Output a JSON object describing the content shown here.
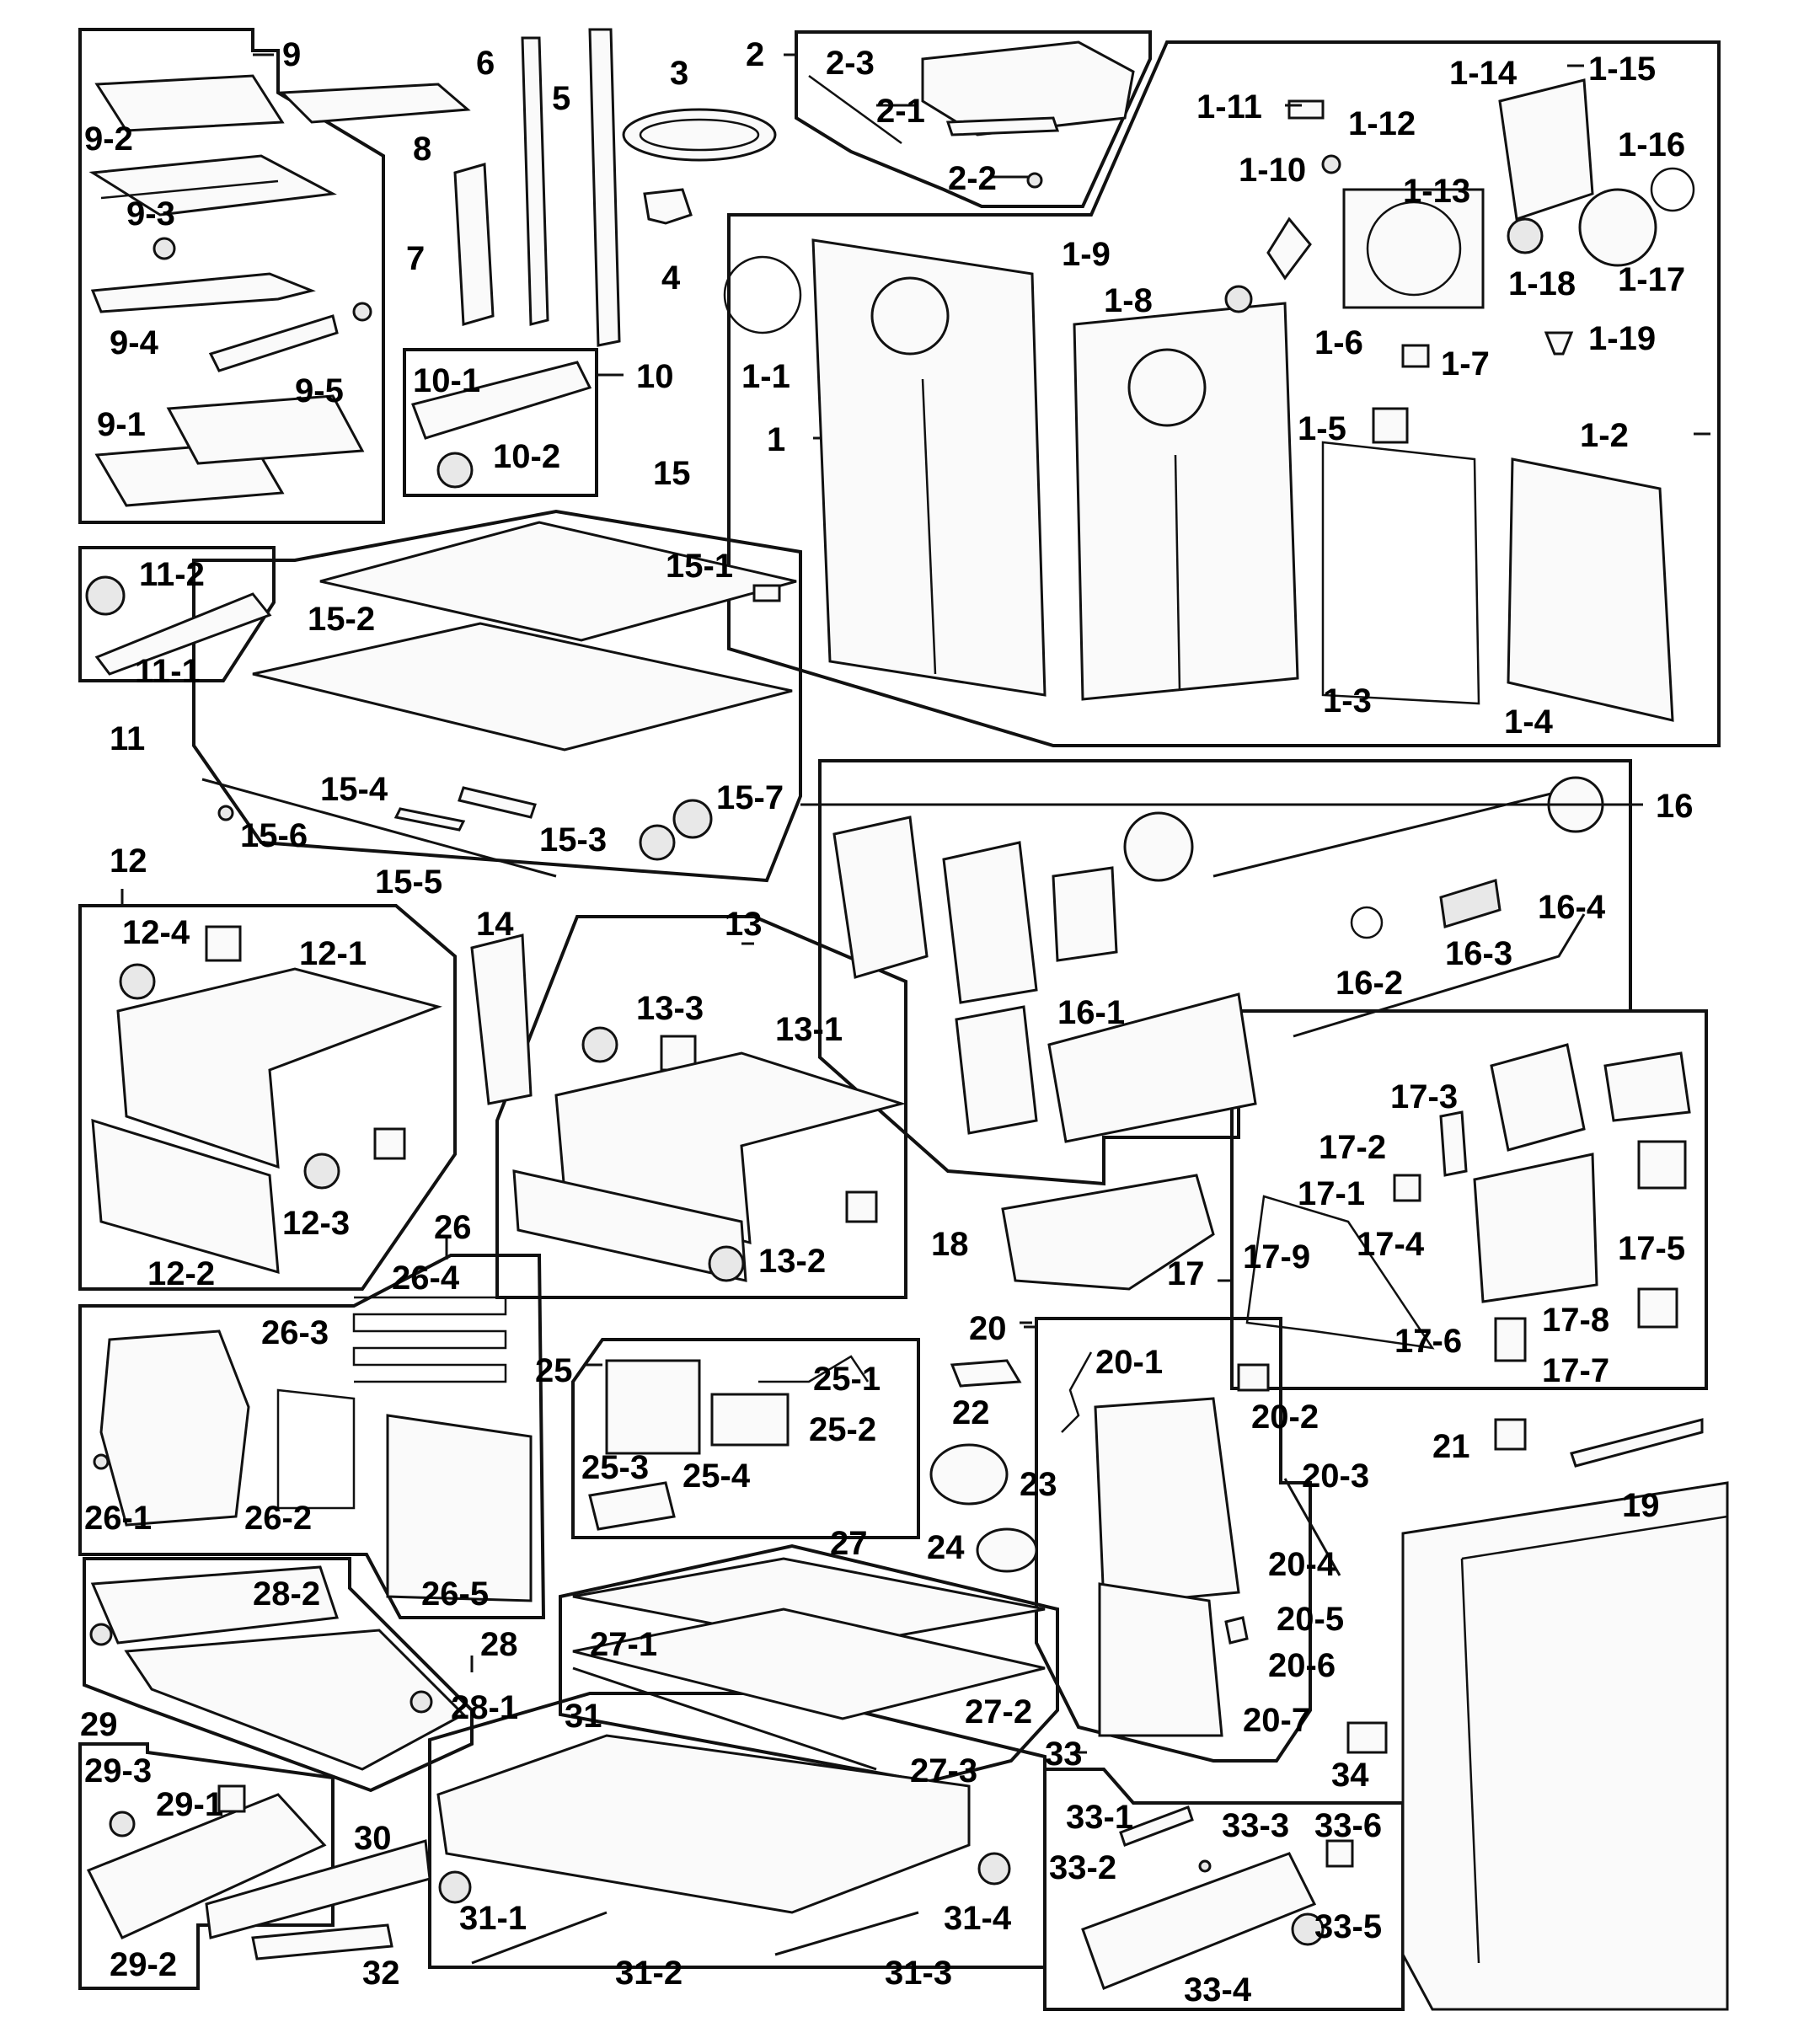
{
  "labels": {
    "p9": "9",
    "p9_2": "9-2",
    "p9_3": "9-3",
    "p9_4": "9-4",
    "p9_5": "9-5",
    "p9_1": "9-1",
    "p8": "8",
    "p6": "6",
    "p7": "7",
    "p5": "5",
    "p3": "3",
    "p4": "4",
    "p2": "2",
    "p2_3": "2-3",
    "p2_1": "2-1",
    "p2_2": "2-2",
    "p10": "10",
    "p10_1": "10-1",
    "p10_2": "10-2",
    "p1_11": "1-11",
    "p1_14": "1-14",
    "p1_15": "1-15",
    "p1_12": "1-12",
    "p1_16": "1-16",
    "p1_10": "1-10",
    "p1_13": "1-13",
    "p1_9": "1-9",
    "p1_8": "1-8",
    "p1_18": "1-18",
    "p1_17": "1-17",
    "p1_19": "1-19",
    "p1_6": "1-6",
    "p1_7": "1-7",
    "p1_1": "1-1",
    "p1_5": "1-5",
    "p1_2": "1-2",
    "p1": "1",
    "p1_3": "1-3",
    "p1_4": "1-4",
    "p11_2": "11-2",
    "p11_1": "11-1",
    "p11": "11",
    "p15": "15",
    "p15_1": "15-1",
    "p15_2": "15-2",
    "p15_4": "15-4",
    "p15_7": "15-7",
    "p15_6": "15-6",
    "p15_3": "15-3",
    "p15_5": "15-5",
    "p16": "16",
    "p16_4": "16-4",
    "p16_2": "16-2",
    "p16_3": "16-3",
    "p16_1": "16-1",
    "p12": "12",
    "p12_4": "12-4",
    "p12_1": "12-1",
    "p12_3": "12-3",
    "p12_2": "12-2",
    "p14": "14",
    "p13": "13",
    "p13_3": "13-3",
    "p13_1": "13-1",
    "p13_2": "13-2",
    "p17_3": "17-3",
    "p17_2": "17-2",
    "p17_1": "17-1",
    "p17_4": "17-4",
    "p17_5": "17-5",
    "p17": "17",
    "p17_9": "17-9",
    "p17_6": "17-6",
    "p17_8": "17-8",
    "p17_7": "17-7",
    "p18": "18",
    "p26": "26",
    "p26_4": "26-4",
    "p26_3": "26-3",
    "p26_1": "26-1",
    "p26_2": "26-2",
    "p26_5": "26-5",
    "p25": "25",
    "p25_1": "25-1",
    "p25_2": "25-2",
    "p25_3": "25-3",
    "p25_4": "25-4",
    "p20": "20",
    "p20_1": "20-1",
    "p22": "22",
    "p20_2": "20-2",
    "p20_3": "20-3",
    "p23": "23",
    "p24": "24",
    "p20_4": "20-4",
    "p20_5": "20-5",
    "p20_6": "20-6",
    "p20_7": "20-7",
    "p21": "21",
    "p19": "19",
    "p27": "27",
    "p27_1": "27-1",
    "p27_2": "27-2",
    "p27_3": "27-3",
    "p28_2": "28-2",
    "p28": "28",
    "p28_1": "28-1",
    "p29": "29",
    "p29_3": "29-3",
    "p29_1": "29-1",
    "p29_2": "29-2",
    "p30": "30",
    "p32": "32",
    "p31": "31",
    "p31_1": "31-1",
    "p31_2": "31-2",
    "p31_3": "31-3",
    "p31_4": "31-4",
    "p33": "33",
    "p33_1": "33-1",
    "p33_3": "33-3",
    "p33_2": "33-2",
    "p33_6": "33-6",
    "p33_5": "33-5",
    "p33_4": "33-4",
    "p34": "34"
  }
}
